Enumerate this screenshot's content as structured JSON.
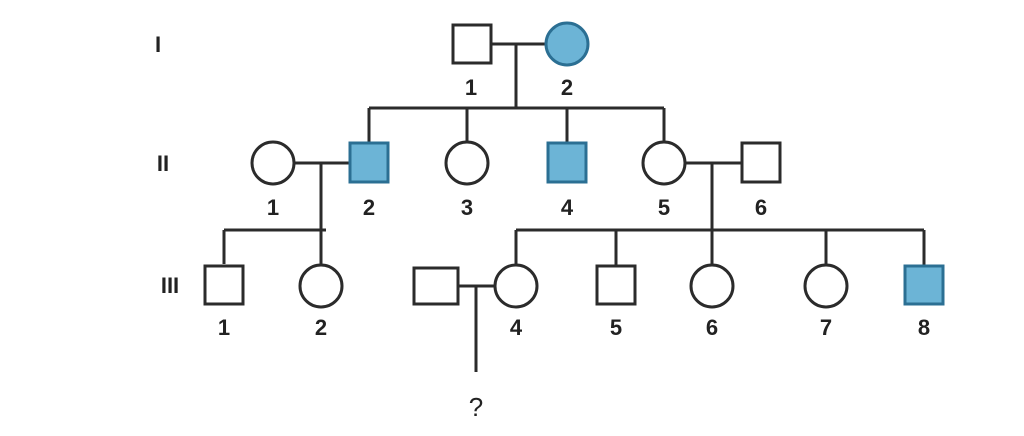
{
  "generations": [
    "I",
    "II",
    "III"
  ],
  "colors": {
    "affected_fill": "#6cb4d6",
    "affected_stroke": "#2b6f93",
    "line": "#2b2b2b"
  },
  "individuals": {
    "I-1": {
      "label": "1",
      "sex": "male",
      "affected": false
    },
    "I-2": {
      "label": "2",
      "sex": "female",
      "affected": true
    },
    "II-1": {
      "label": "1",
      "sex": "female",
      "affected": false
    },
    "II-2": {
      "label": "2",
      "sex": "male",
      "affected": true
    },
    "II-3": {
      "label": "3",
      "sex": "female",
      "affected": false
    },
    "II-4": {
      "label": "4",
      "sex": "male",
      "affected": true
    },
    "II-5": {
      "label": "5",
      "sex": "female",
      "affected": false
    },
    "II-6": {
      "label": "6",
      "sex": "male",
      "affected": false
    },
    "III-1": {
      "label": "1",
      "sex": "male",
      "affected": false
    },
    "III-2": {
      "label": "2",
      "sex": "female",
      "affected": false
    },
    "III-4": {
      "label": "4",
      "sex": "female",
      "affected": false
    },
    "III-5": {
      "label": "5",
      "sex": "male",
      "affected": false
    },
    "III-6": {
      "label": "6",
      "sex": "female",
      "affected": false
    },
    "III-7": {
      "label": "7",
      "sex": "female",
      "affected": false
    },
    "III-8": {
      "label": "8",
      "sex": "male",
      "affected": true
    },
    "III-spouse": {
      "label": "",
      "sex": "male",
      "affected": false
    }
  },
  "unknown_child": "?"
}
